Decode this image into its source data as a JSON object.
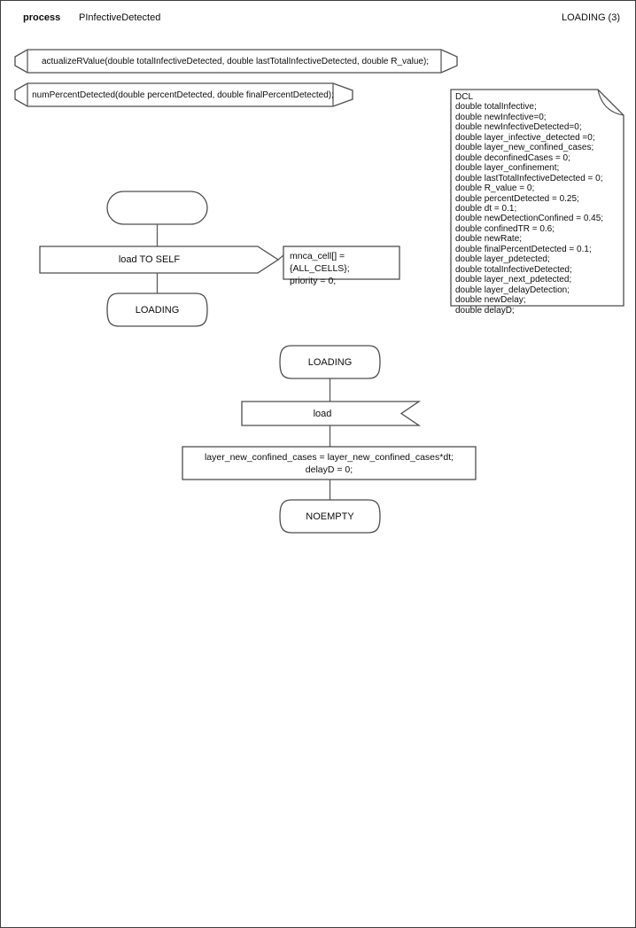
{
  "header": {
    "kind": "process",
    "name": "PInfectiveDetected",
    "page": "LOADING (3)"
  },
  "procedures": {
    "p1": "actualizeRValue(double totalInfectiveDetected, double lastTotalInfectiveDetected, double R_value);",
    "p2": "numPercentDetected(double percentDetected, double finalPercentDetected);"
  },
  "declarations": "DCL\ndouble totalInfective;\ndouble newInfective=0;\ndouble newInfectiveDetected=0;\ndouble layer_infective_detected =0;\ndouble layer_new_confined_cases;\ndouble deconfinedCases = 0;\ndouble layer_confinement;\ndouble lastTotalInfectiveDetected = 0;\ndouble R_value = 0;\ndouble percentDetected = 0.25;\ndouble dt = 0.1;\ndouble newDetectionConfined = 0.45;\ndouble confinedTR = 0.6;\ndouble newRate;\ndouble finalPercentDetected = 0.1;\ndouble layer_pdetected;\ndouble totalInfectiveDetected;\ndouble layer_next_pdetected;\ndouble layer_delayDetection;\ndouble newDelay;\ndouble delayD;",
  "flow_start": {
    "output": "load TO SELF",
    "comment": "mnca_cell[] = {ALL_CELLS};\npriority = 0;",
    "next_state": "LOADING"
  },
  "flow_loading": {
    "state": "LOADING",
    "input": "load",
    "task": "layer_new_confined_cases = layer_new_confined_cases*dt;\ndelayD = 0;",
    "next_state": "NOEMPTY"
  }
}
